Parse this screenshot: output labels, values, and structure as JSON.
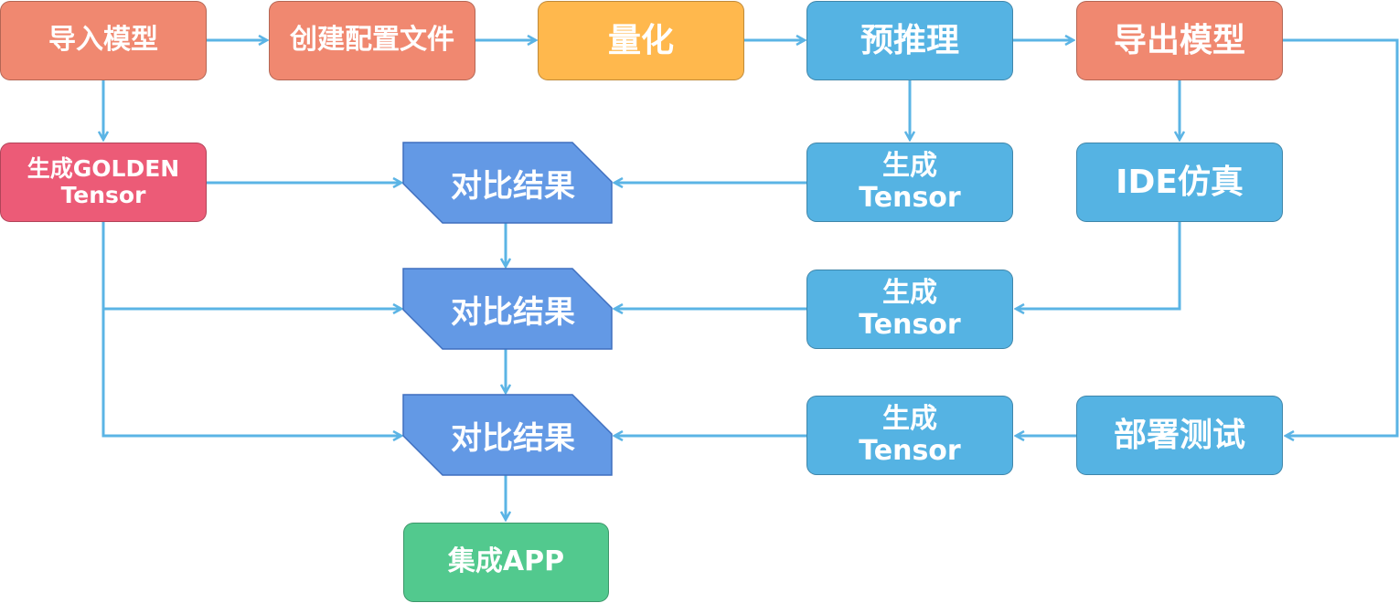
{
  "colors": {
    "salmon": "#F08870",
    "orange": "#FFB84D",
    "blue": "#55B3E3",
    "pink": "#EC5B77",
    "compare": "#6399E5",
    "green": "#52C98E",
    "arrow": "#5BB4E5"
  },
  "nodes": {
    "import_model": "导入模型",
    "create_config": "创建配置文件",
    "quantize": "量化",
    "pre_inference": "预推理",
    "export_model": "导出模型",
    "golden_line1": "生成GOLDEN",
    "golden_line2": "Tensor",
    "compare_label": "对比结果",
    "gen_line1": "生成",
    "gen_line2": "Tensor",
    "ide_sim": "IDE仿真",
    "deploy_test": "部署测试",
    "integrate_app": "集成APP"
  }
}
